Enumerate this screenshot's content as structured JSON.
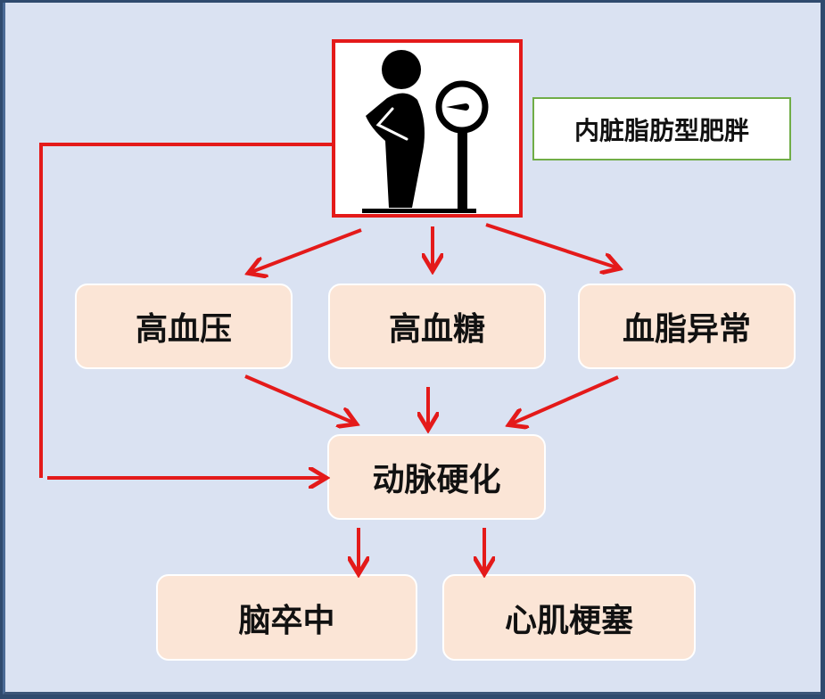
{
  "title_label": "内脏脂肪型肥胖",
  "icons": {
    "person_on_scale": "person-weighing-scale-icon"
  },
  "colors": {
    "arrow": "#e41a1a",
    "box_fill": "#fbe5d6",
    "label_border": "#70ad47",
    "background": "#dae2f2"
  },
  "level1": [
    "高血压",
    "高血糖",
    "血脂异常"
  ],
  "level2": "动脉硬化",
  "level3": [
    "脑卒中",
    "心肌梗塞"
  ]
}
